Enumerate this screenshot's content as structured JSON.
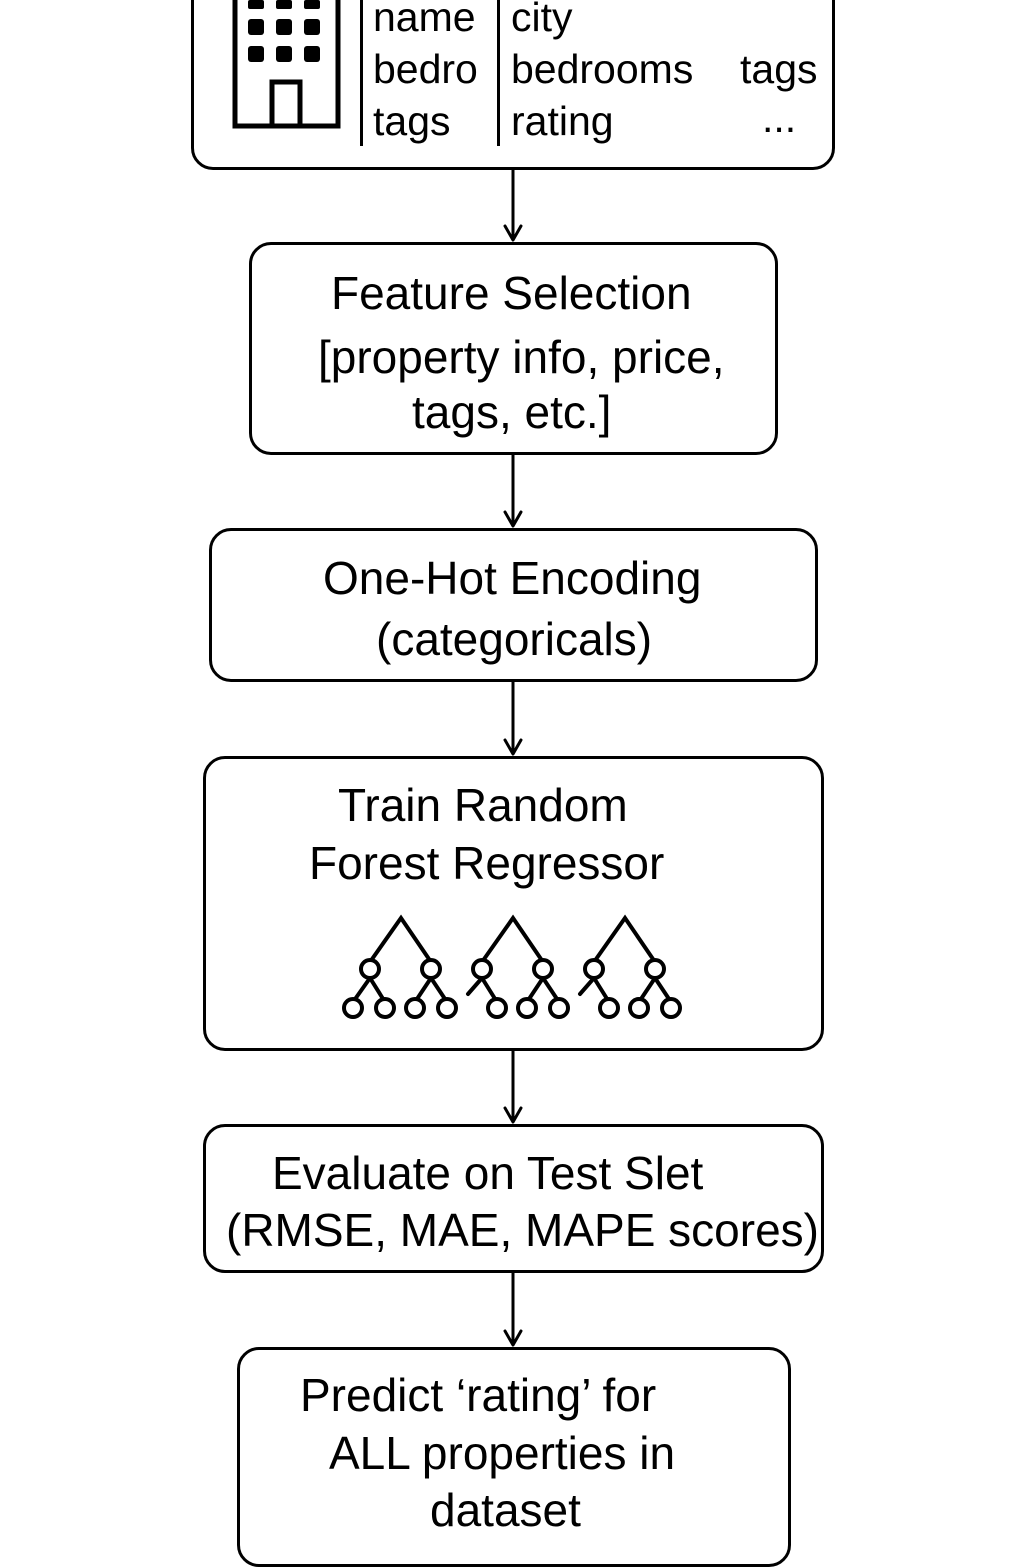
{
  "dataset_box": {
    "column1": [
      "name",
      "bedro",
      "tags"
    ],
    "column2": [
      "city",
      "bedrooms",
      "rating"
    ],
    "column3": [
      "tags",
      "..."
    ]
  },
  "feature_selection": {
    "title": "Feature Selection",
    "line2": "[property info, price,",
    "line3": "tags, etc.]"
  },
  "one_hot": {
    "title": "One-Hot Encoding",
    "line2": "(categoricals)"
  },
  "train": {
    "line1": "Train Random",
    "line2": "Forest Regressor",
    "icon": "random-forest-icon"
  },
  "evaluate": {
    "line1": "Evaluate on Test Slet",
    "line2": "(RMSE, MAE, MAPE scores)"
  },
  "predict": {
    "line1": "Predict ‘rating’ for",
    "line2": "ALL properties in",
    "line3": "dataset"
  }
}
